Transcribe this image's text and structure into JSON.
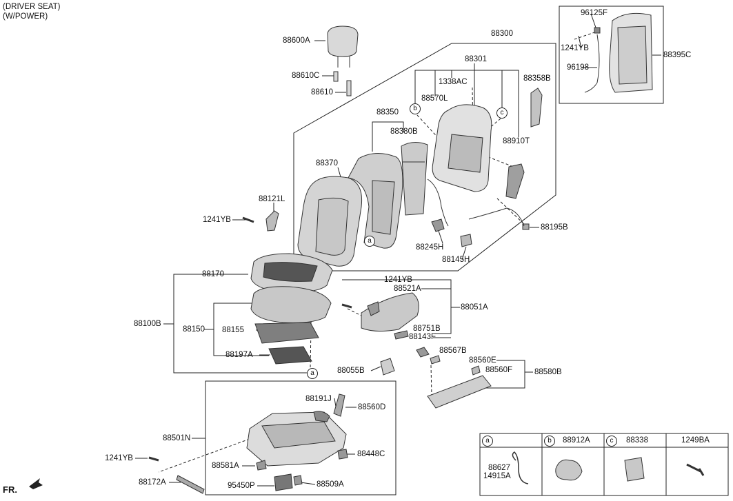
{
  "header": {
    "line1": "(DRIVER SEAT)",
    "line2": "(W/POWER)"
  },
  "fr_label": "FR.",
  "parts": {
    "p88600A": "88600A",
    "p88610C": "88610C",
    "p88610": "88610",
    "p88300": "88300",
    "p88301": "88301",
    "p1338AC": "1338AC",
    "p88358B": "88358B",
    "p88570L": "88570L",
    "p88350": "88350",
    "p88380B": "88380B",
    "p88910T": "88910T",
    "p88370": "88370",
    "p88121L": "88121L",
    "p1241YB_a": "1241YB",
    "p88195B": "88195B",
    "p88245H": "88245H",
    "p88145H": "88145H",
    "p88170": "88170",
    "p1241YB_b": "1241YB",
    "p88521A": "88521A",
    "p88051A": "88051A",
    "p88100B": "88100B",
    "p88150": "88150",
    "p88155": "88155",
    "p88751B": "88751B",
    "p88143F": "88143F",
    "p88567B": "88567B",
    "p88197A": "88197A",
    "p88560E": "88560E",
    "p88560F": "88560F",
    "p88580B": "88580B",
    "p88055B": "88055B",
    "p88191J": "88191J",
    "p88560D": "88560D",
    "p88501N": "88501N",
    "p1241YB_c": "1241YB",
    "p88448C": "88448C",
    "p88581A": "88581A",
    "p88172A": "88172A",
    "p95450P": "95450P",
    "p88509A": "88509A",
    "p96125F": "96125F",
    "p1241YB_d": "1241YB",
    "p88395C": "88395C",
    "p96198": "96198"
  },
  "callouts": {
    "a": "a",
    "b": "b",
    "c": "c"
  },
  "legend": {
    "col_a": {
      "letter": "a",
      "part1": "88627",
      "part2": "14915A"
    },
    "col_b": {
      "letter": "b",
      "part": "88912A"
    },
    "col_c": {
      "letter": "c",
      "part": "88338"
    },
    "col_d": {
      "part": "1249BA"
    }
  },
  "colors": {
    "line": "#222222",
    "part_fill": "#d9d9d9",
    "part_dark": "#8c8c8c"
  }
}
